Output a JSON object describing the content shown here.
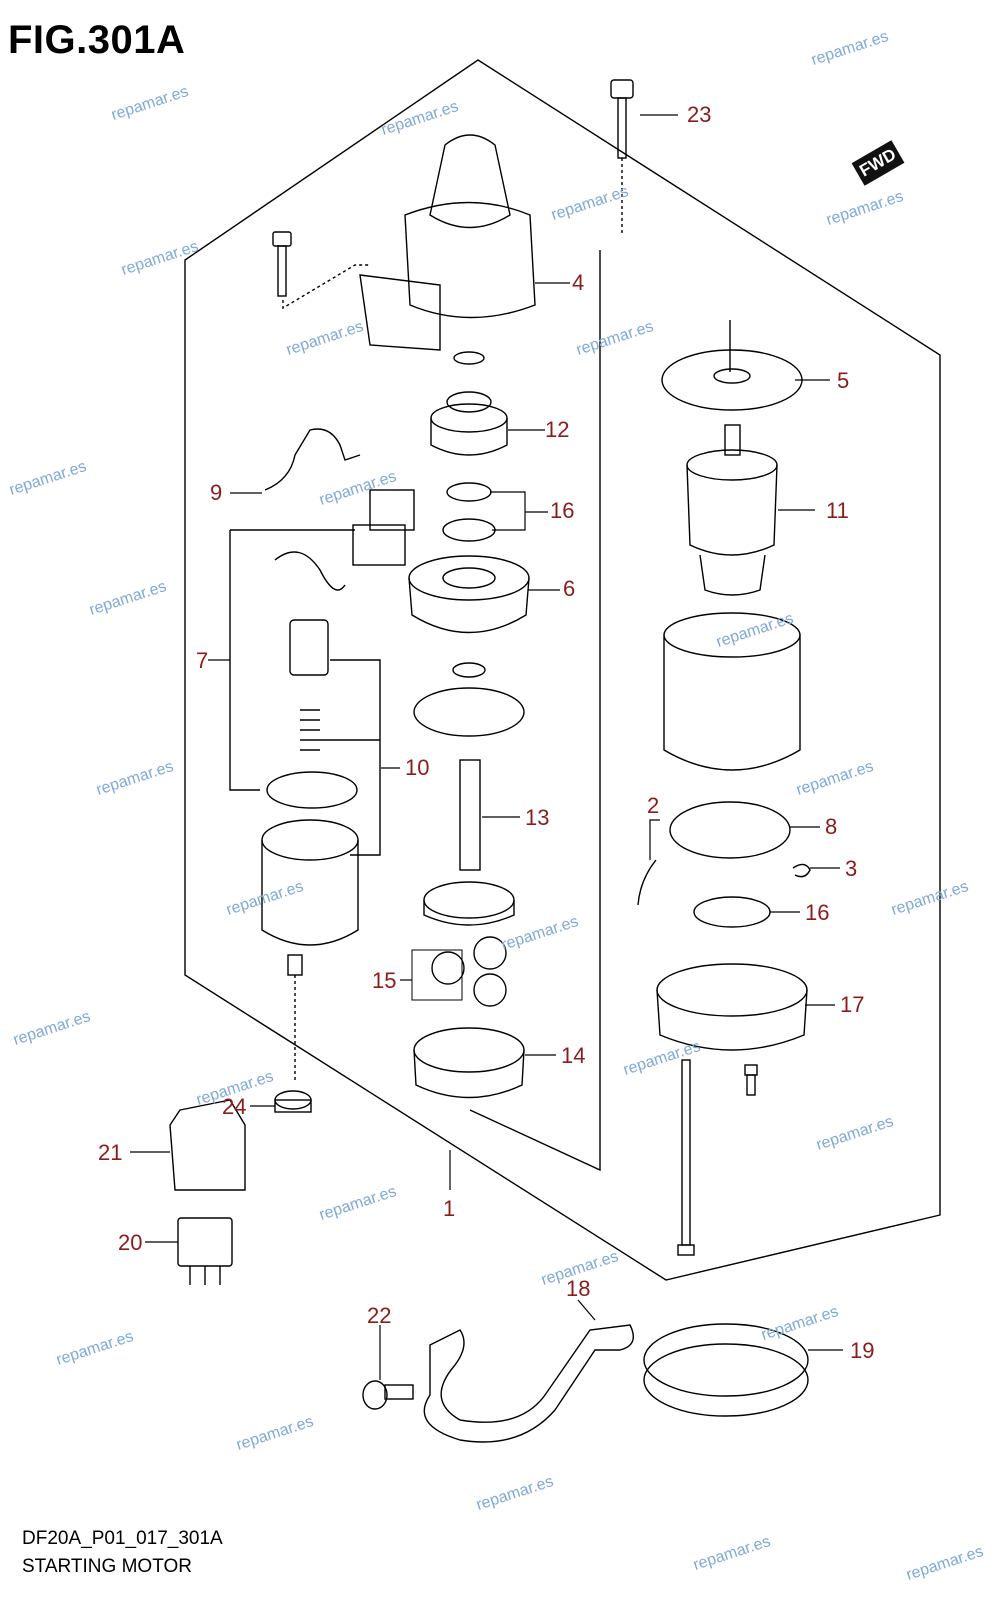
{
  "header": {
    "figure_id": "FIG.301A"
  },
  "footer": {
    "code": "DF20A_P01_017_301A",
    "caption": "STARTING MOTOR"
  },
  "direction_badge": "FWD",
  "watermark": "repamar.es",
  "callouts": [
    "23",
    "4",
    "5",
    "12",
    "11",
    "9",
    "16",
    "6",
    "7",
    "10",
    "13",
    "2",
    "8",
    "3",
    "16",
    "15",
    "17",
    "14",
    "24",
    "21",
    "1",
    "20",
    "18",
    "22",
    "19"
  ],
  "colors": {
    "callout": "#8b1c1c",
    "line": "#000000",
    "watermark": "#7fa9d8"
  }
}
